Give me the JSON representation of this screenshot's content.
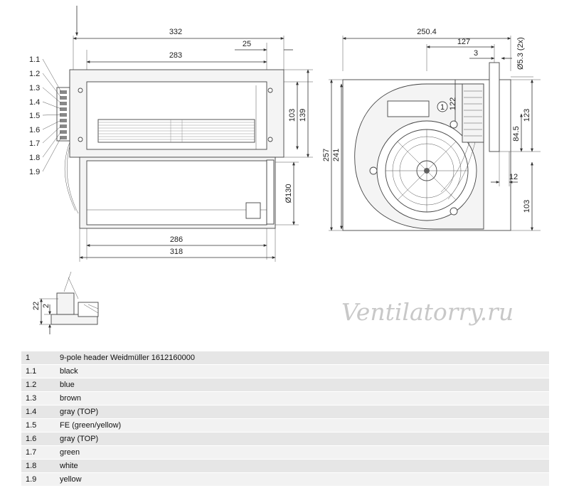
{
  "watermark": "Ventilatorry.ru",
  "left_view": {
    "wire_labels": [
      "1.1",
      "1.2",
      "1.3",
      "1.4",
      "1.5",
      "1.6",
      "1.7",
      "1.8",
      "1.9"
    ],
    "dims": {
      "overall_width": "332",
      "offset": "25",
      "inner_width": "283",
      "h1": "103",
      "h2": "139",
      "diameter": "Ø130",
      "bottom_inner": "286",
      "bottom_overall": "318"
    }
  },
  "right_view": {
    "callout": "1",
    "dims": {
      "overall_width": "250.4",
      "d127": "127",
      "d3": "3",
      "hole": "Ø5.3 (2x)",
      "d122": "122",
      "d123": "123",
      "d84_5": "84.5",
      "d12": "12",
      "d257": "257",
      "d241": "241",
      "d103": "103"
    }
  },
  "detail_view": {
    "dims": {
      "d22": "22",
      "d2": "2"
    }
  },
  "legend": [
    {
      "no": "1",
      "text": "9-pole header Weidmüller 1612160000"
    },
    {
      "no": "1.1",
      "text": "black"
    },
    {
      "no": "1.2",
      "text": "blue"
    },
    {
      "no": "1.3",
      "text": "brown"
    },
    {
      "no": "1.4",
      "text": "gray (TOP)"
    },
    {
      "no": "1.5",
      "text": "FE (green/yellow)"
    },
    {
      "no": "1.6",
      "text": "gray (TOP)"
    },
    {
      "no": "1.7",
      "text": "green"
    },
    {
      "no": "1.8",
      "text": "white"
    },
    {
      "no": "1.9",
      "text": "yellow"
    }
  ]
}
